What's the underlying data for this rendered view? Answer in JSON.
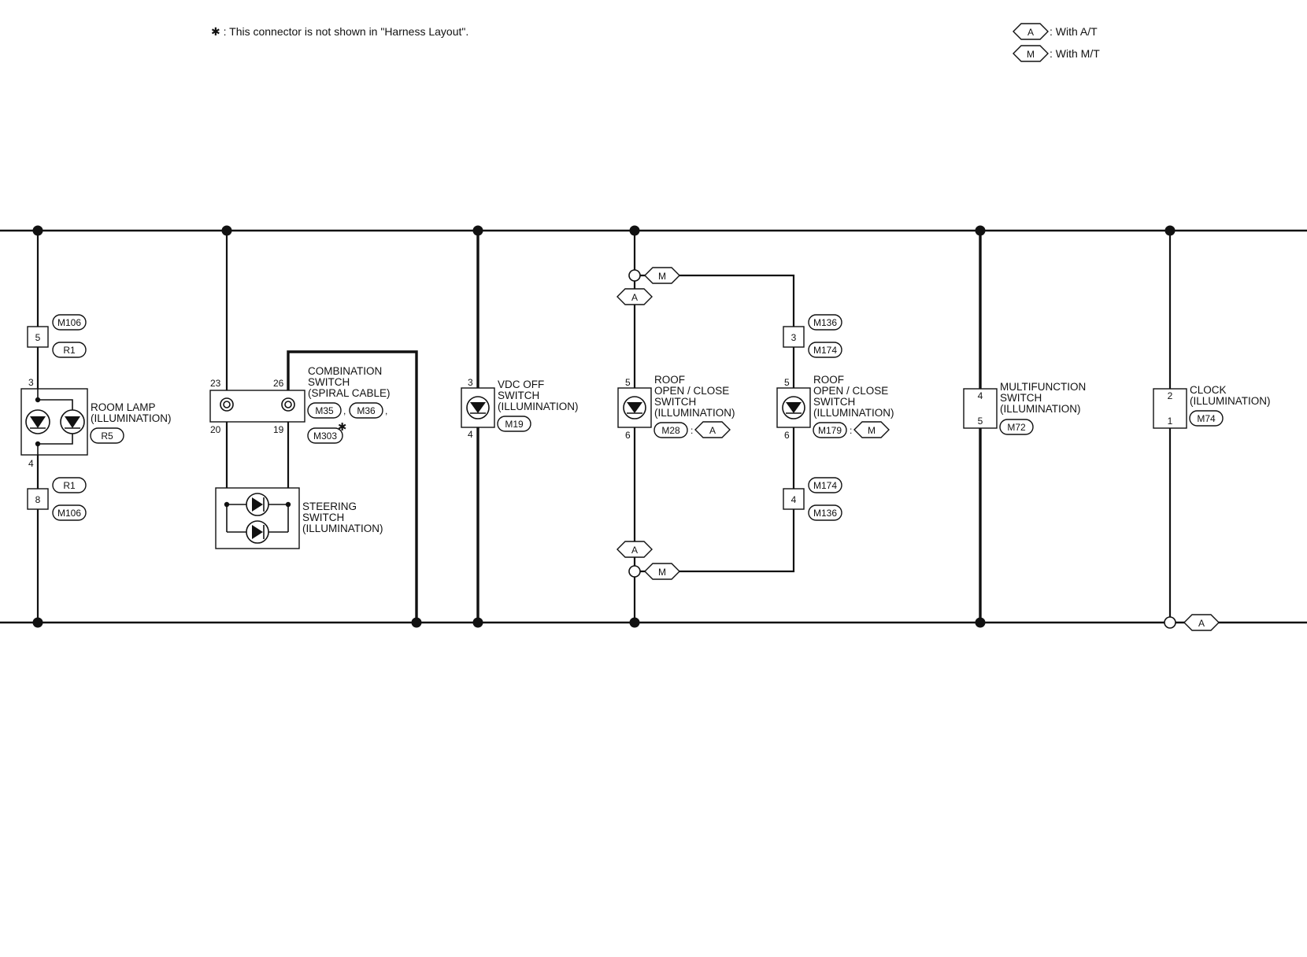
{
  "notes": {
    "footnote": "✱ : This connector is not shown in \"Harness Layout\".",
    "legend": [
      {
        "code": "A",
        "text": ": With A/T"
      },
      {
        "code": "M",
        "text": ": With M/T"
      }
    ]
  },
  "room_lamp": {
    "name": [
      "ROOM LAMP",
      "(ILLUMINATION)"
    ],
    "connector": "R5",
    "pin_top": "3",
    "pin_bottom": "4",
    "upper_joint": {
      "pin": "5",
      "tags": [
        "M106",
        "R1"
      ]
    },
    "lower_joint": {
      "pin": "8",
      "tags": [
        "R1",
        "M106"
      ]
    }
  },
  "combination_switch": {
    "name": [
      "COMBINATION",
      "SWITCH",
      "(SPIRAL CABLE)"
    ],
    "connectors": [
      "M35",
      ",",
      "M36",
      ","
    ],
    "connector_starred": "M303",
    "star": "✱",
    "pins": {
      "top_left": "23",
      "top_right": "26",
      "bottom_left": "20",
      "bottom_right": "19"
    }
  },
  "steering_switch": {
    "name": [
      "STEERING",
      "SWITCH",
      "(ILLUMINATION)"
    ]
  },
  "vdc_off_switch": {
    "name": [
      "VDC OFF",
      "SWITCH",
      "(ILLUMINATION)"
    ],
    "connector": "M19",
    "pin_top": "3",
    "pin_bottom": "4"
  },
  "roof_switch_at": {
    "name": [
      "ROOF",
      "OPEN / CLOSE",
      "SWITCH",
      "(ILLUMINATION)"
    ],
    "connector": "M28",
    "separator": ":",
    "variant": "A",
    "pin_top": "5",
    "pin_bottom": "6",
    "branch_tags": [
      "M",
      "A",
      "A",
      "M"
    ]
  },
  "roof_switch_mt": {
    "name": [
      "ROOF",
      "OPEN / CLOSE",
      "SWITCH",
      "(ILLUMINATION)"
    ],
    "connector": "M179",
    "separator": ":",
    "variant": "M",
    "pin_top": "5",
    "pin_bottom": "6",
    "upper_joint": {
      "pin": "3",
      "tags": [
        "M136",
        "M174"
      ]
    },
    "lower_joint": {
      "pin": "4",
      "tags": [
        "M174",
        "M136"
      ]
    }
  },
  "multifunction_switch": {
    "name": [
      "MULTIFUNCTION",
      "SWITCH",
      "(ILLUMINATION)"
    ],
    "connector": "M72",
    "pin_top": "4",
    "pin_bottom": "5"
  },
  "clock": {
    "name": [
      "CLOCK",
      "(ILLUMINATION)"
    ],
    "connector": "M74",
    "pin_top": "2",
    "pin_bottom": "1",
    "bottom_tag": "A"
  }
}
